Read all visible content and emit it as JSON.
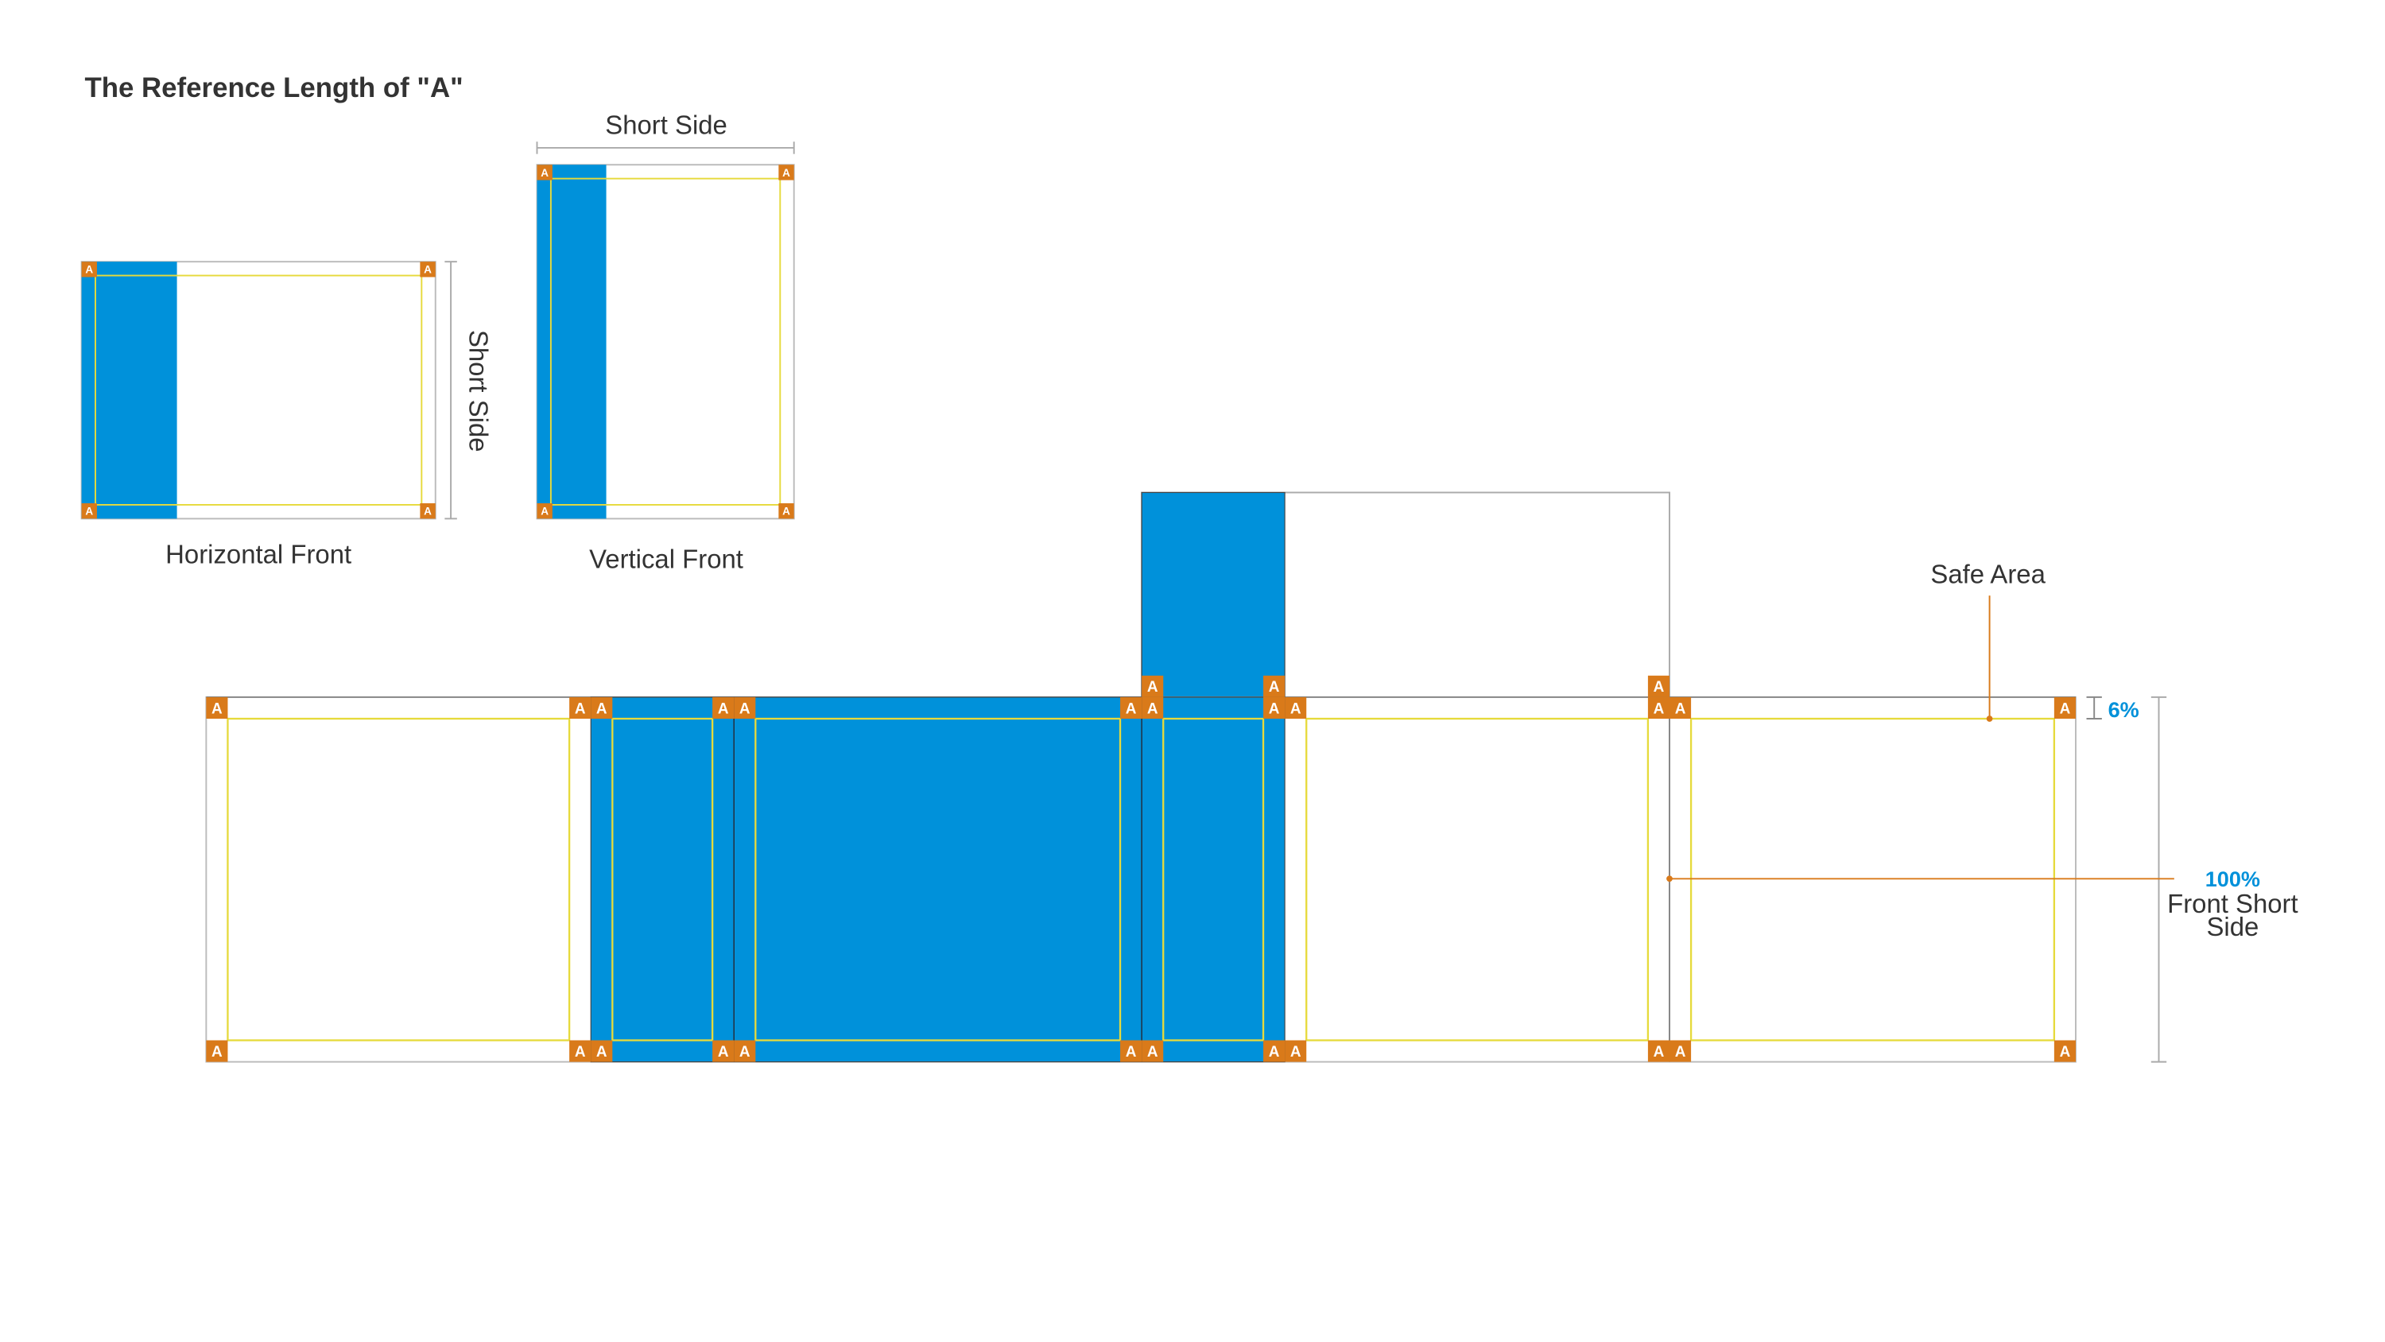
{
  "title": "The Reference Length of \"A\"",
  "badge_letter": "A",
  "horizontal_front": {
    "label": "Horizontal Front",
    "dimension_label": "Short Side"
  },
  "vertical_front": {
    "label": "Vertical Front",
    "dimension_label": "Short Side"
  },
  "annotations": {
    "safe_area": "Safe Area",
    "margin_percent": "6%",
    "full_percent": "100%",
    "full_line1": "Front Short",
    "full_line2": "Side"
  },
  "colors": {
    "blue": "#0091DA",
    "orange": "#D97A1A",
    "safe_yellow": "#E6DA3C",
    "outline_gray": "#BBBBBB",
    "text": "#333333"
  }
}
